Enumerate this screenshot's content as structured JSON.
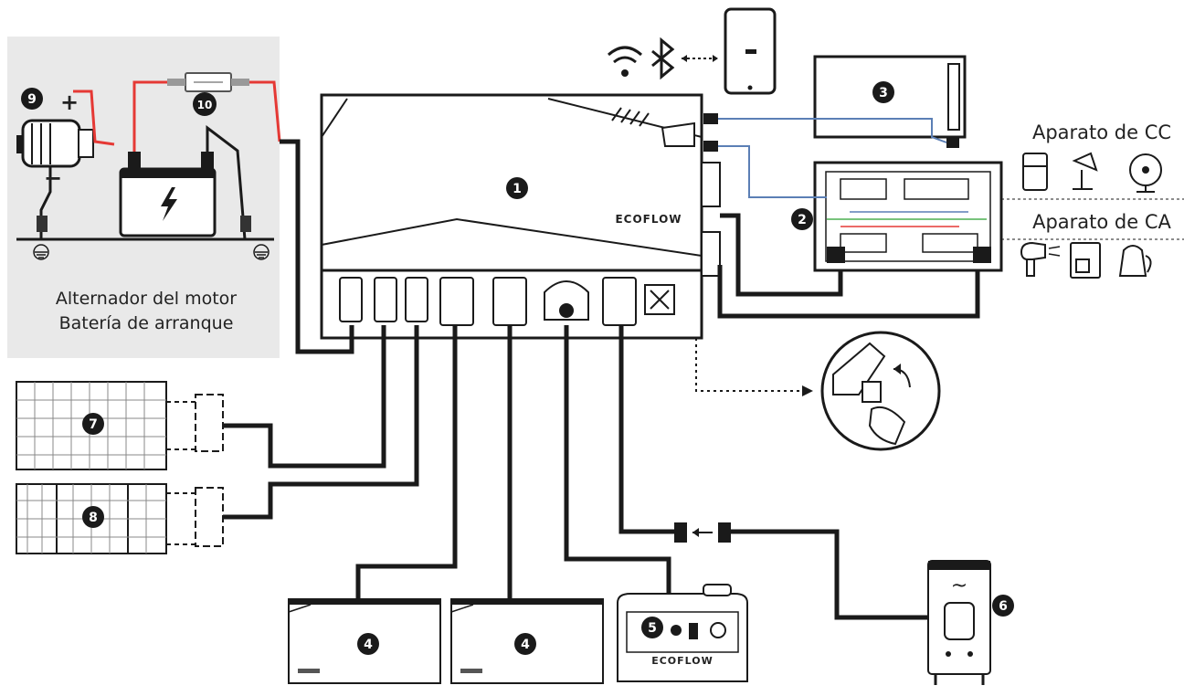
{
  "labels": {
    "engine_group_line1": "Alternador del motor",
    "engine_group_line2": "Batería de arranque",
    "dc_appliance": "Aparato de CC",
    "ac_appliance": "Aparato de CA"
  },
  "numbers": {
    "n1": "1",
    "n2": "2",
    "n3": "3",
    "n4a": "4",
    "n4b": "4",
    "n5": "5",
    "n6": "6",
    "n7": "7",
    "n8": "8",
    "n9": "9",
    "n10": "10"
  },
  "brand": {
    "main": "ECOFLOW",
    "generator": "ECOFLOW"
  },
  "symbols": {
    "battery_plus": "+",
    "battery_minus": "−",
    "ac_tilde": "~"
  },
  "colors": {
    "line": "#1a1a1a",
    "red_cable": "#e53935",
    "blue_cable": "#5b7fb5",
    "engine_panel_bg": "#e9e9e9"
  },
  "icons": [
    "wifi-icon",
    "bluetooth-icon",
    "phone-icon",
    "ground-icon",
    "fridge-icon",
    "lamp-icon",
    "fan-icon",
    "hairdryer-icon",
    "coffee-maker-icon",
    "kettle-icon",
    "lightning-icon"
  ]
}
